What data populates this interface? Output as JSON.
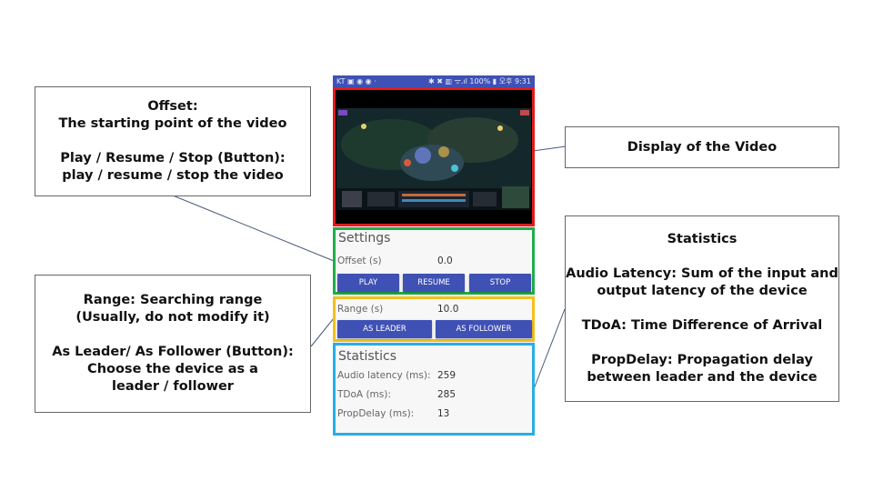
{
  "callouts": {
    "offset": {
      "title": "Offset:",
      "line1": "The starting point of the video",
      "line2": "Play / Resume / Stop (Button):",
      "line3": "play / resume / stop the video"
    },
    "range": {
      "title": "Range: Searching range",
      "line1": "(Usually, do not modify it)",
      "line2": "As Leader/ As Follower (Button):",
      "line3": "Choose the device as a",
      "line4": "leader / follower"
    },
    "display": {
      "title": "Display of the Video"
    },
    "statistics": {
      "title": "Statistics",
      "line1": "Audio Latency: Sum of the  input and",
      "line2": "output latency of the device",
      "line3": "TDoA: Time Difference of Arrival",
      "line4": "PropDelay: Propagation delay",
      "line5": "between leader and the device"
    }
  },
  "phone": {
    "status_left": "KT ▣ ◉ ◉ ·",
    "status_right": "✱ ✖ ▥ ᯤ.ıl 100% ▮ 오후 9:31",
    "settings": {
      "title": "Settings",
      "offset_label": "Offset (s)",
      "offset_value": "0.0",
      "play_label": "PLAY",
      "resume_label": "RESUME",
      "stop_label": "STOP"
    },
    "range": {
      "range_label": "Range (s)",
      "range_value": "10.0",
      "leader_label": "AS LEADER",
      "follower_label": "AS FOLLOWER"
    },
    "statistics": {
      "title": "Statistics",
      "audio_latency_label": "Audio latency (ms):",
      "audio_latency_value": "259",
      "tdoa_label": "TDoA (ms):",
      "tdoa_value": "285",
      "propdelay_label": "PropDelay (ms):",
      "propdelay_value": "13"
    }
  },
  "colors": {
    "video_border": "#e21b1b",
    "settings_border": "#1fae4b",
    "range_border": "#f4c01c",
    "statistics_border": "#27aee3",
    "button": "#3f51b5"
  }
}
